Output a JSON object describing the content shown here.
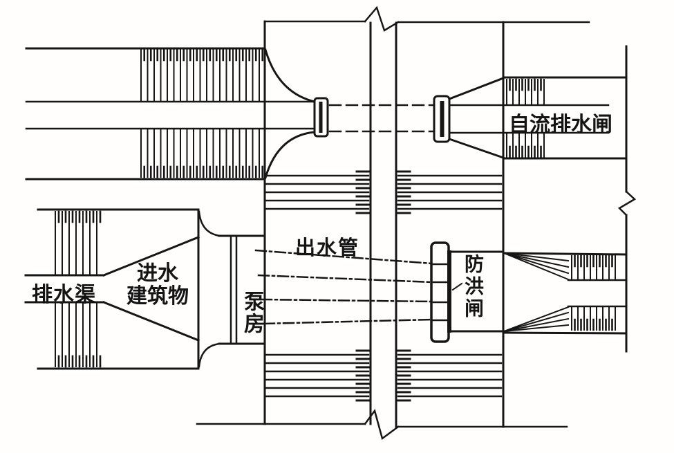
{
  "figure": {
    "type": "engineering-plan-diagram",
    "subject": "drainage pumping station layout",
    "background": "#fffefd",
    "ink": "#161616",
    "labels": {
      "gravity_drainage_sluice": "自流排水闸",
      "outlet_pipe": "出水管",
      "drainage_channel": "排水渠",
      "intake_structure": {
        "line1": "进水",
        "line2": "建筑物"
      },
      "pump_house": "泵房",
      "flood_control_gate": "防洪闸"
    }
  }
}
